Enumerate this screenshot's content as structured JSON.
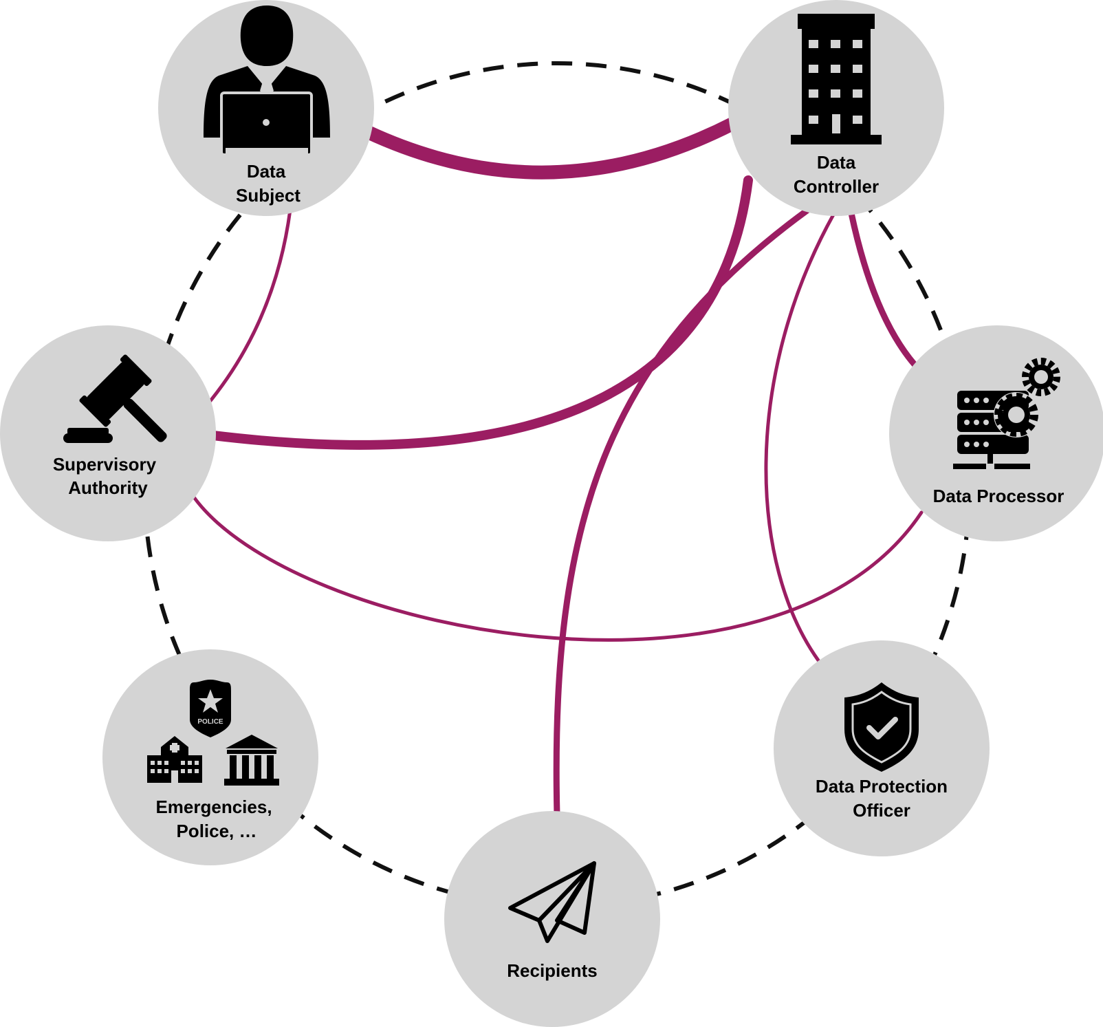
{
  "colors": {
    "background": "#ffffff",
    "node_fill": "#d4d4d4",
    "link": "#9b1d62",
    "ring": "#111111",
    "icon": "#000000"
  },
  "nodes": {
    "data_subject": {
      "line1": "Data",
      "line2": "Subject",
      "icon": "person-laptop-icon"
    },
    "data_controller": {
      "line1": "Data",
      "line2": "Controller",
      "icon": "office-building-icon"
    },
    "supervisory_authority": {
      "line1": "Supervisory",
      "line2": "Authority",
      "icon": "gavel-icon"
    },
    "data_processor": {
      "line1": "Data Processor",
      "icon": "server-gears-icon"
    },
    "emergencies": {
      "line1": "Emergencies,",
      "line2": "Police, …",
      "icon": "police-hospital-bank-icon",
      "badge_text": "POLICE"
    },
    "data_protection_officer": {
      "line1": "Data Protection",
      "line2": "Officer",
      "icon": "shield-check-icon"
    },
    "recipients": {
      "line1": "Recipients",
      "icon": "paper-plane-icon"
    }
  },
  "links": [
    {
      "from": "Data Subject",
      "to": "Data Controller",
      "weight": "heavy"
    },
    {
      "from": "Data Controller",
      "to": "Supervisory Authority",
      "weight": "heavy"
    },
    {
      "from": "Data Controller",
      "to": "Recipients",
      "weight": "medium"
    },
    {
      "from": "Data Controller",
      "to": "Data Processor",
      "weight": "medium"
    },
    {
      "from": "Data Controller",
      "to": "Data Protection Officer",
      "weight": "light"
    },
    {
      "from": "Data Subject",
      "to": "Supervisory Authority",
      "weight": "light"
    },
    {
      "from": "Supervisory Authority",
      "to": "Data Processor",
      "weight": "light"
    }
  ]
}
